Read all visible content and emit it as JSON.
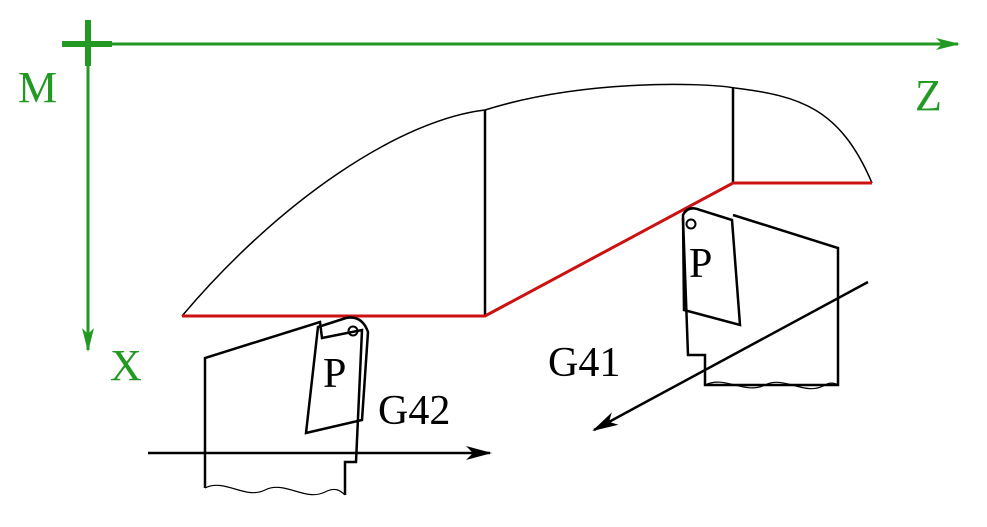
{
  "axes": {
    "origin_label": "M",
    "horizontal_label": "Z",
    "vertical_label": "X"
  },
  "tools": {
    "left_point_label": "P",
    "right_point_label": "P"
  },
  "paths": {
    "right_comp_label": "G42",
    "left_comp_label": "G41"
  },
  "colors": {
    "axis": "#229922",
    "contour": "#cc1111",
    "outline": "#000000"
  }
}
